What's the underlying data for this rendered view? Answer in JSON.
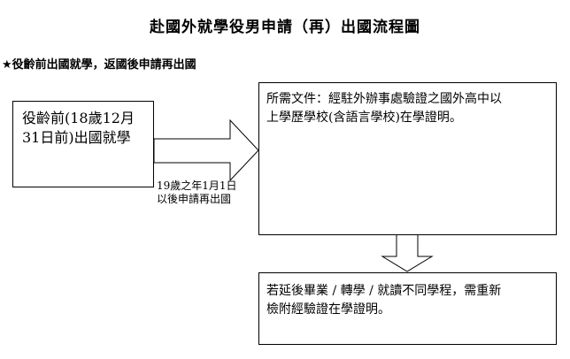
{
  "title": "赴國外就學役男申請（再）出國流程圖",
  "subtitle": "★役齡前出國就學，返國後申請再出國",
  "boxes": {
    "left": {
      "line1": "役齡前(18歲12月",
      "line2": "31日前)出國就學"
    },
    "top": {
      "line1": "所需文件：經駐外辦事處驗證之國外高中以",
      "line2": "上學歷學校(含語言學校)在學證明。"
    },
    "bottom": {
      "line1": "若延後畢業 / 轉學 / 就讀不同學程，需重新",
      "line2": "檢附經驗證在學證明。"
    }
  },
  "arrow_label": {
    "line1": "19歲之年1月1日",
    "line2": "以後申請再出國"
  }
}
